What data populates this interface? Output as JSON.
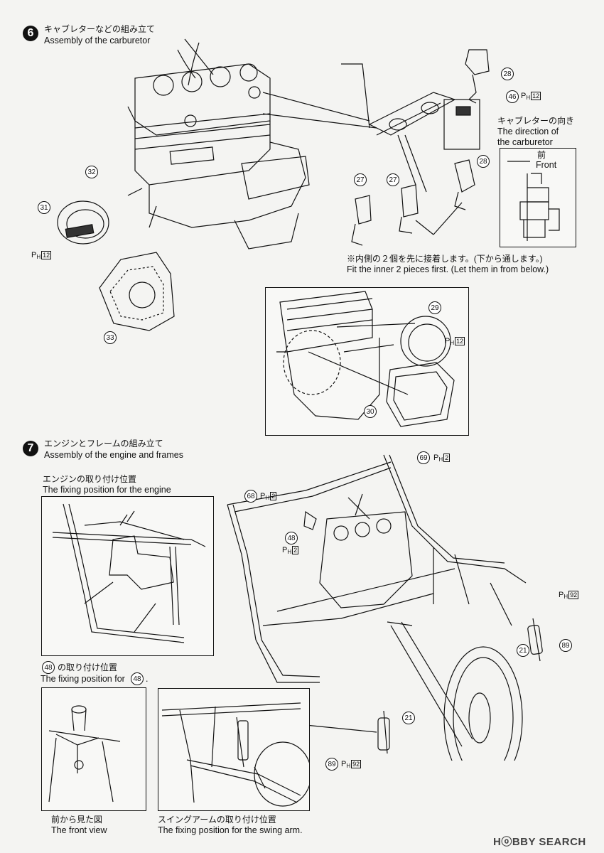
{
  "step6": {
    "number": "6",
    "title_jp": "キャブレターなどの組み立て",
    "title_en": "Assembly of the carburetor",
    "parts": {
      "p28a": "28",
      "p46": "46",
      "p28b": "28",
      "p27a": "27",
      "p27b": "27",
      "p32": "32",
      "p31": "31",
      "p33": "33",
      "p29": "29",
      "p30": "30"
    },
    "ph_refs": {
      "p46": "12",
      "p31": "12",
      "p29": "12"
    },
    "direction_jp": "キャブレターの向き",
    "direction_en_1": "The direction of",
    "direction_en_2": "the carburetor",
    "front_jp": "前",
    "front_en": "Front",
    "note_jp": "※内側の２個を先に接着します。(下から通します。)",
    "note_en": "Fit the inner 2 pieces first. (Let them in from below.)"
  },
  "step7": {
    "number": "7",
    "title_jp": "エンジンとフレームの組み立て",
    "title_en": "Assembly of the engine and frames",
    "engine_pos_jp": "エンジンの取り付け位置",
    "engine_pos_en": "The fixing position for the engine",
    "parts": {
      "p69": "69",
      "p68": "68",
      "p48": "48",
      "p21a": "21",
      "p89a": "89",
      "p21b": "21",
      "p89b": "89",
      "p48b": "48",
      "p48c": "48"
    },
    "ph_refs": {
      "p69": "2",
      "p68": "2",
      "p48": "2",
      "p92a": "92",
      "p92b": "92"
    },
    "fix48_jp_suffix": "の取り付け位置",
    "fix48_en_prefix": "The fixing position for",
    "fix48_en_suffix": ".",
    "front_view_jp": "前から見た図",
    "front_view_en": "The front view",
    "swing_jp": "スイングアームの取り付け位置",
    "swing_en": "The fixing position for the swing arm."
  },
  "ph_label": "P",
  "ph_sub": "H",
  "watermark": "HⓞBBY SEARCH"
}
